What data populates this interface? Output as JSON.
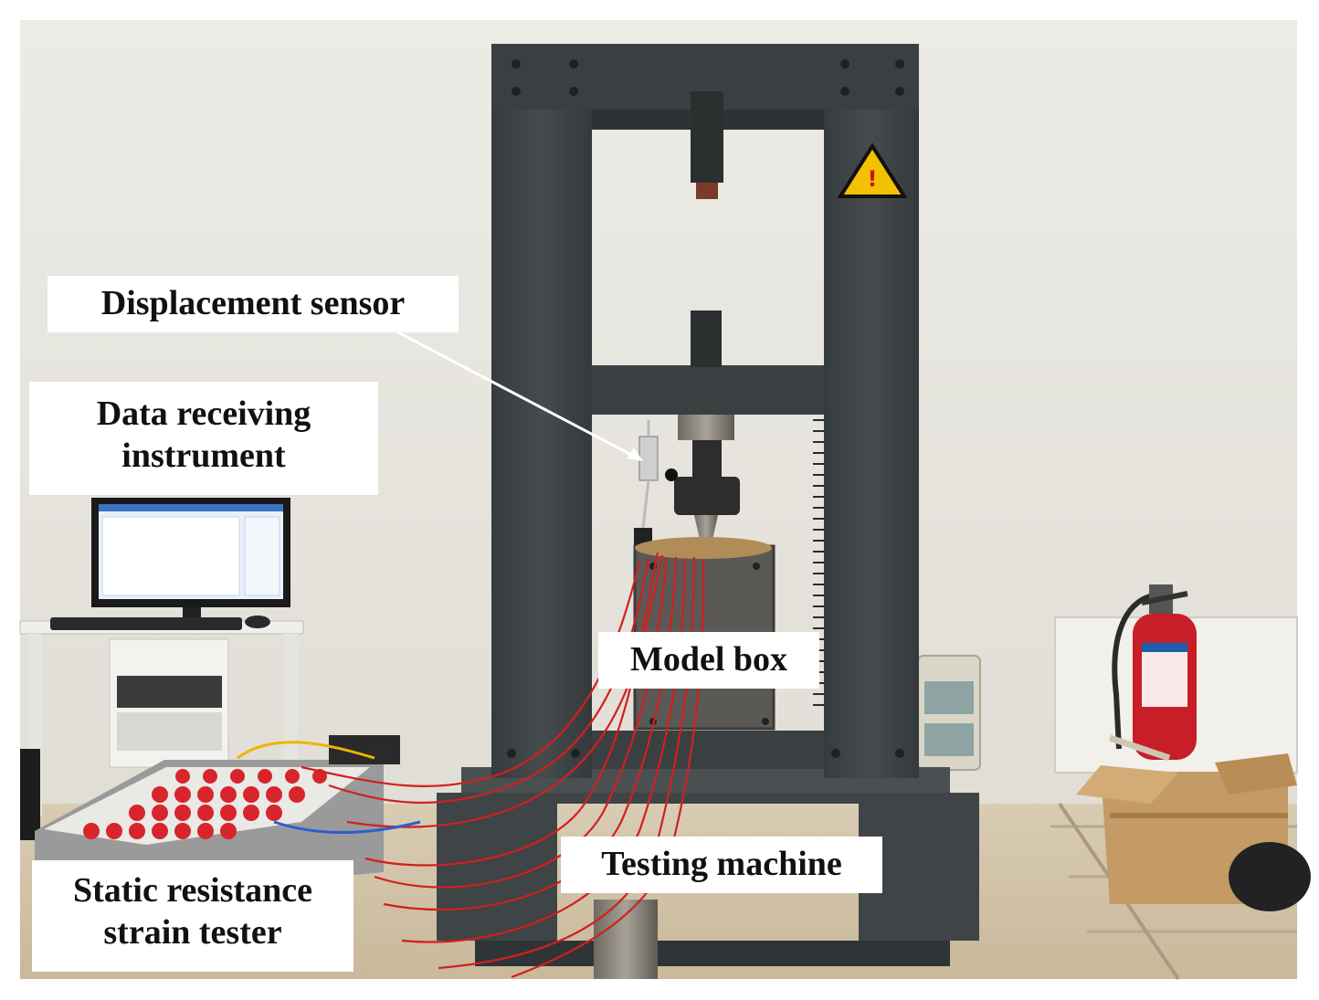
{
  "labels": {
    "displacement_sensor": "Displacement sensor",
    "data_receiving_line1": "Data receiving",
    "data_receiving_line2": "instrument",
    "model_box": "Model box",
    "testing_machine": "Testing machine",
    "static_resistance_line1": "Static resistance",
    "static_resistance_line2": "strain tester"
  },
  "colors": {
    "machine_frame": "#3f4446",
    "wall": "#e8e6df",
    "floor": "#d9cdb6",
    "wires": "#d21f1f",
    "extinguisher": "#c81e28",
    "cardboard": "#c49a66"
  }
}
